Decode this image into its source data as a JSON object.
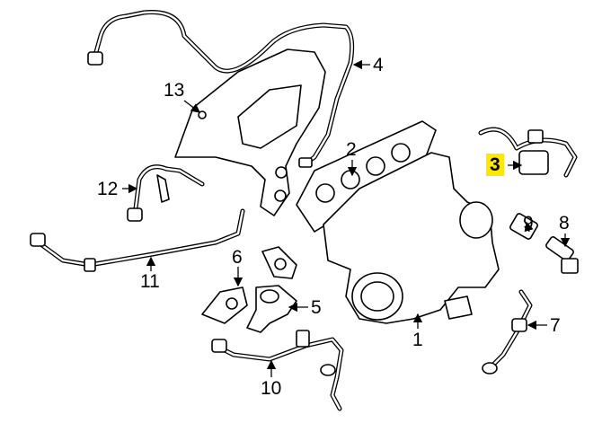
{
  "diagram": {
    "callouts": [
      "1",
      "2",
      "3",
      "4",
      "5",
      "6",
      "7",
      "8",
      "9",
      "10",
      "11",
      "12",
      "13"
    ],
    "highlighted_callout": "3",
    "highlight_color": "#ffe800"
  }
}
